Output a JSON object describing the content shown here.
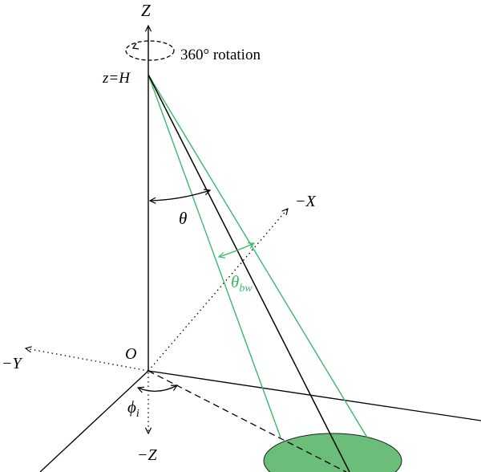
{
  "labels": {
    "axis_z_pos": "Z",
    "axis_z_neg": "−Z",
    "axis_x_neg": "−X",
    "axis_y_neg": "−Y",
    "origin": "O",
    "height": "z=H",
    "rotation": "360° rotation",
    "theta": "θ",
    "theta_bw_main": "θ",
    "theta_bw_sub": "bw",
    "phi_main": "ϕ",
    "phi_sub": "i"
  },
  "colors": {
    "line": "#000000",
    "beam": "#3cb86a",
    "footprint_fill": "#6bbd7a",
    "footprint_stroke": "#1f1f1f"
  }
}
